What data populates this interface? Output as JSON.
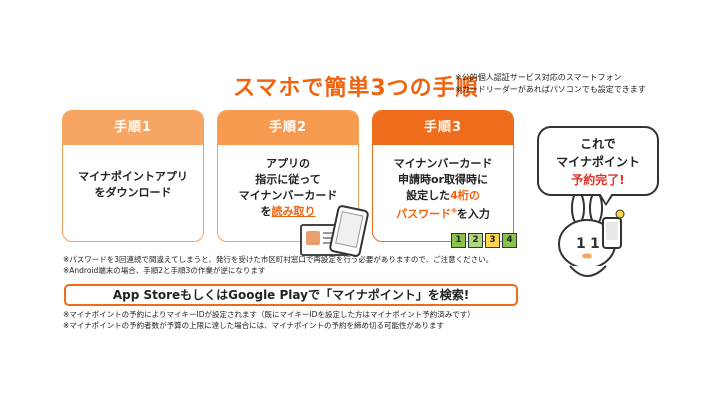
{
  "title": "スマホで簡単3つの手順",
  "top_notes": [
    "※公的個人認証サービス対応のスマートフォン",
    "※カードリーダーがあればパソコンでも設定できます"
  ],
  "steps": [
    {
      "label": "手順1",
      "lines": [
        "マイナポイントアプリ",
        "をダウンロード"
      ]
    },
    {
      "label": "手順2",
      "lines": [
        "アプリの",
        "指示に従って",
        "マイナンバーカード"
      ],
      "last_prefix": "を",
      "last_emph": "読み取り"
    },
    {
      "label": "手順3",
      "lines": [
        "マイナンバーカード",
        "申請時or取得時に"
      ],
      "line3_prefix": "設定した",
      "line3_emph": "4桁の",
      "line4_emph": "パスワード",
      "line4_sup": "※",
      "line4_suffix": "を入力"
    }
  ],
  "digits": [
    "1",
    "2",
    "3",
    "4"
  ],
  "bubble": {
    "line1": "これで",
    "line2": "マイナポイント",
    "line3": "予約完了!"
  },
  "mid_notes": [
    "※パスワードを3回連続で間違えてしまうと、発行を受けた市区町村窓口で再設定を行う必要がありますので、ご注意ください。",
    "※Android端末の場合、手順2と手順3の作業が逆になります"
  ],
  "banner": "App StoreもしくはGoogle Playで「マイナポイント」を検索!",
  "bottom_notes": [
    "※マイナポイントの予約によりマイキーIDが設定されます（既にマイキーIDを設定した方はマイナポイント予約済みです）",
    "※マイナポイントの予約者数が予算の上限に達した場合には、マイナポイントの予約を締め切る可能性があります"
  ],
  "colors": {
    "accent": "#f2630f",
    "step1": "#f6a563",
    "step2": "#f59a4f",
    "step3": "#ee6c1c",
    "complete": "#e5322d"
  }
}
